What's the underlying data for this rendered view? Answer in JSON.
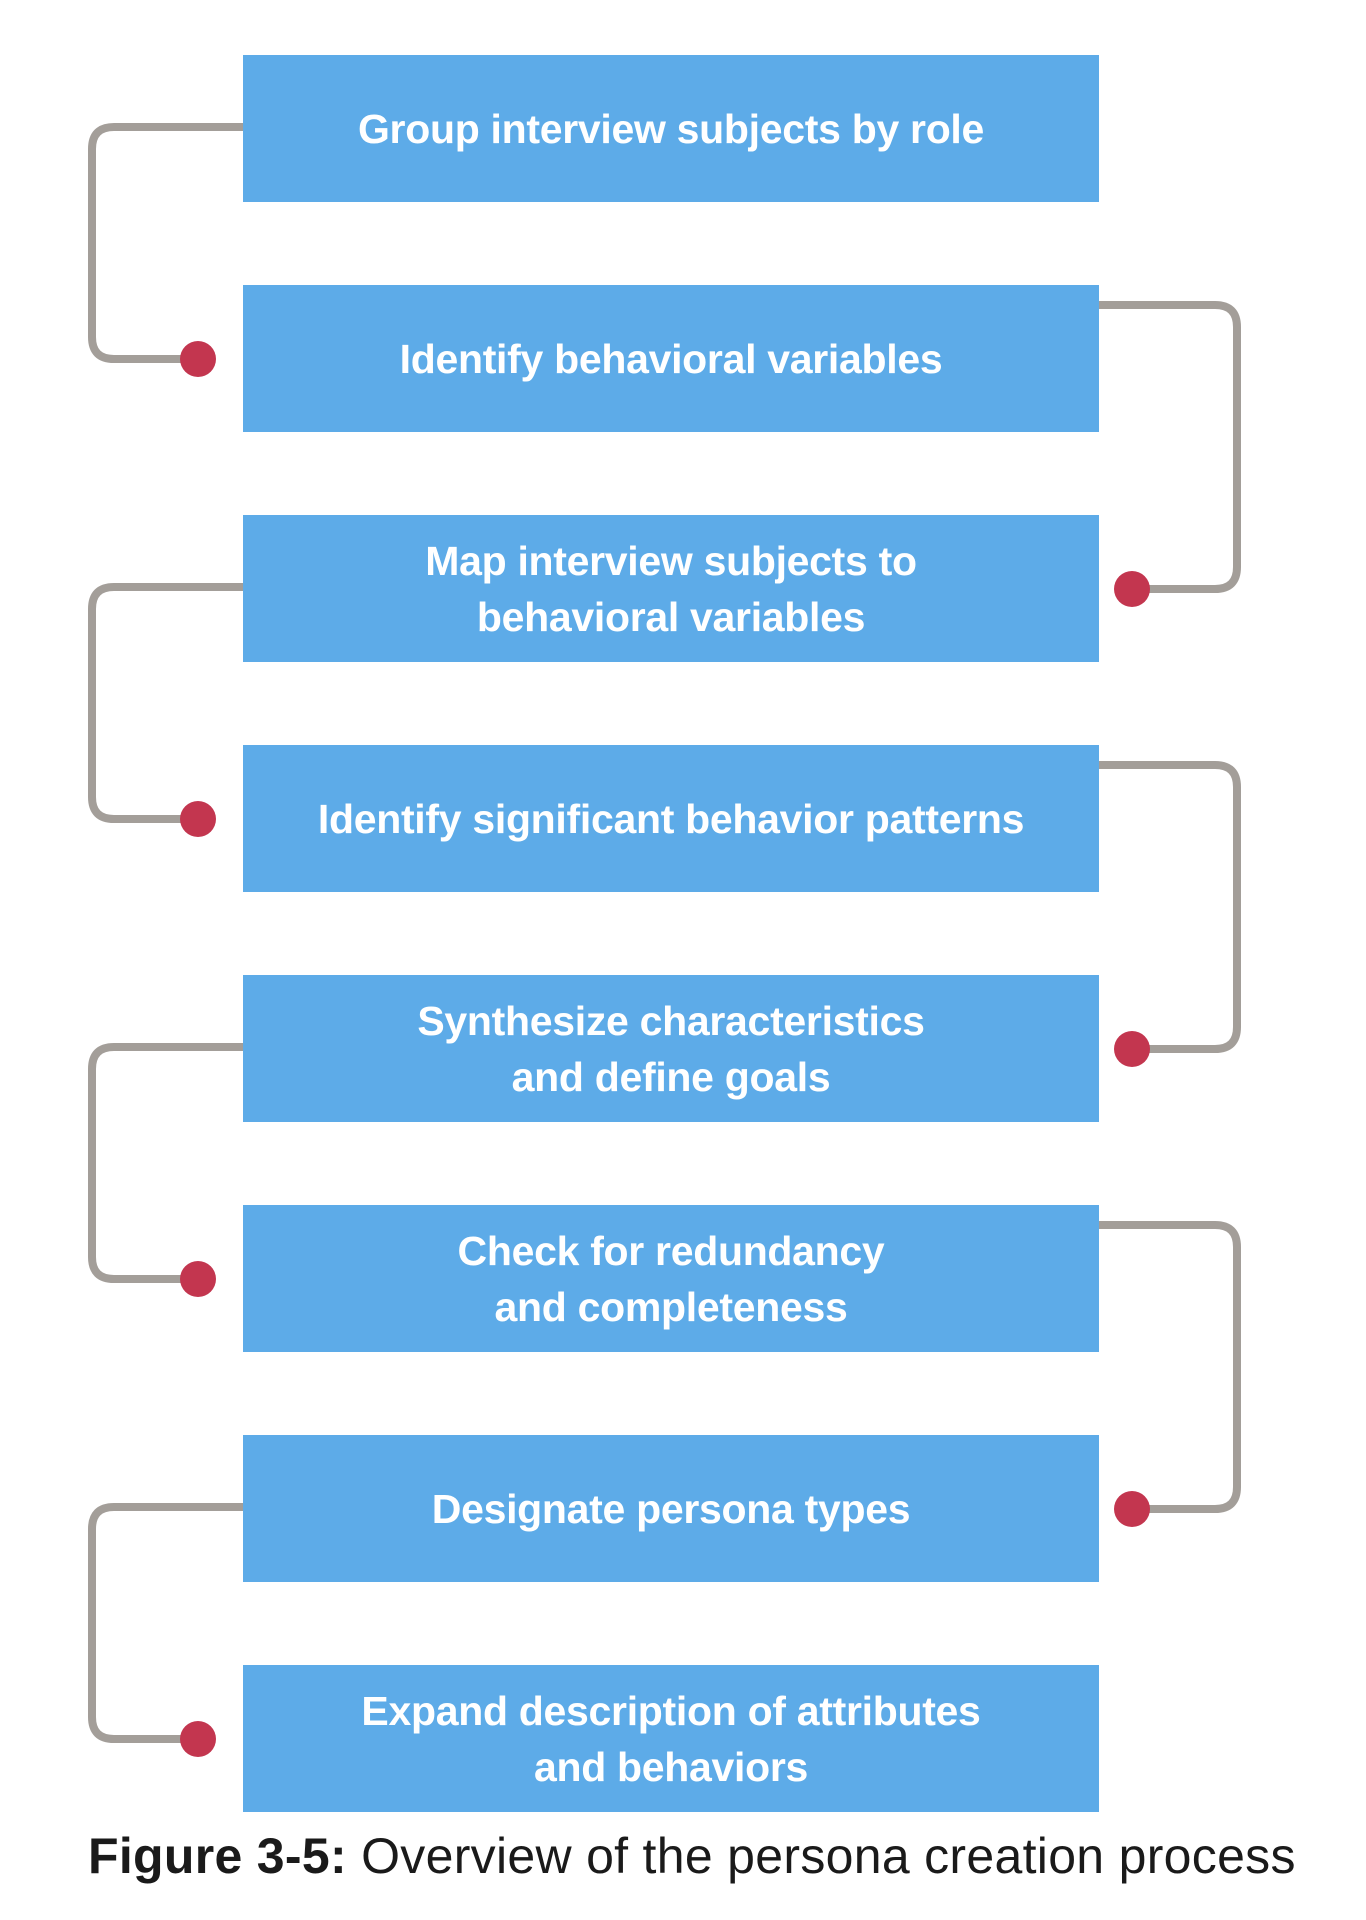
{
  "diagram": {
    "steps": [
      {
        "label": "Group interview subjects by role"
      },
      {
        "label": "Identify behavioral variables"
      },
      {
        "label": "Map interview subjects to\nbehavioral variables"
      },
      {
        "label": "Identify significant behavior patterns"
      },
      {
        "label": "Synthesize characteristics\nand define goals"
      },
      {
        "label": "Check for redundancy\nand completeness"
      },
      {
        "label": "Designate persona types"
      },
      {
        "label": "Expand description of attributes\nand behaviors"
      }
    ],
    "colors": {
      "box": "#5dabe8",
      "box_text": "#ffffff",
      "connector": "#a39e99",
      "arrow_dot": "#c3364f"
    }
  },
  "caption": {
    "label": "Figure 3-5:",
    "text": " Overview of the persona creation process"
  }
}
